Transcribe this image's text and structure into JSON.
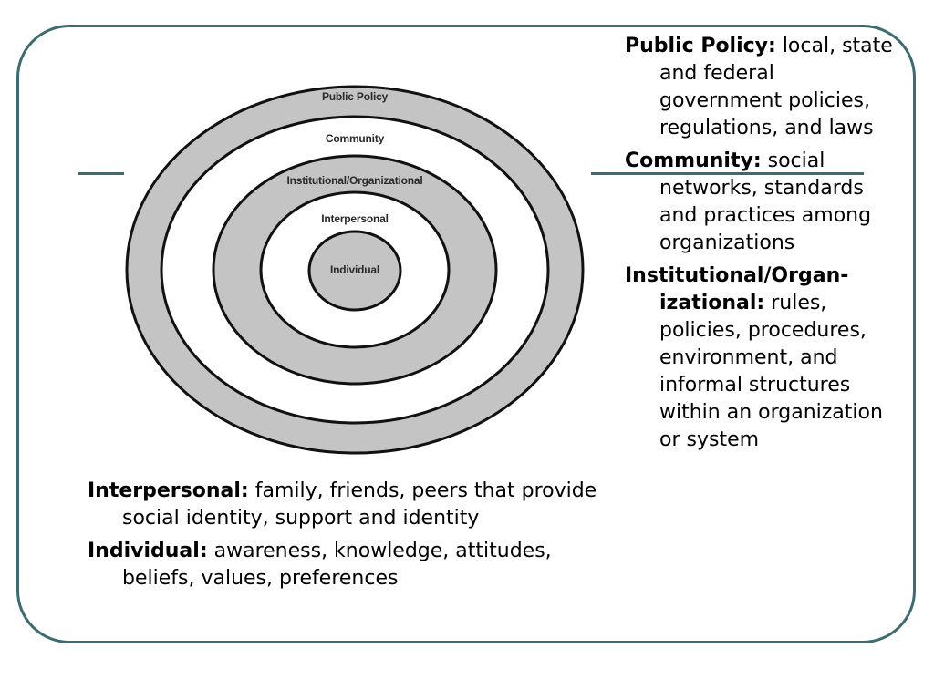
{
  "diagram": {
    "rings": [
      {
        "label": "Public Policy"
      },
      {
        "label": "Community"
      },
      {
        "label": "Institutional/Organizational"
      },
      {
        "label": "Interpersonal"
      },
      {
        "label": "Individual"
      }
    ],
    "colors": {
      "shaded_ring": "#c4c4c4",
      "outline": "#111111",
      "frame": "#3d6c70"
    }
  },
  "right_entries": [
    {
      "term": "Public Policy:",
      "desc": " local, state and federal government policies, regulations, and laws"
    },
    {
      "term": "Community:",
      "desc": " social networks, standards and practices among organizations"
    },
    {
      "term": "Institutional/Organ-izational:",
      "desc": " rules, policies, procedures, environment, and informal structures within an organization or system"
    }
  ],
  "bottom_entries": [
    {
      "term": "Interpersonal:",
      "desc": " family, friends, peers that provide social identity, support and identity"
    },
    {
      "term": "Individual:",
      "desc": " awareness, knowledge, attitudes, beliefs, values, preferences"
    }
  ]
}
